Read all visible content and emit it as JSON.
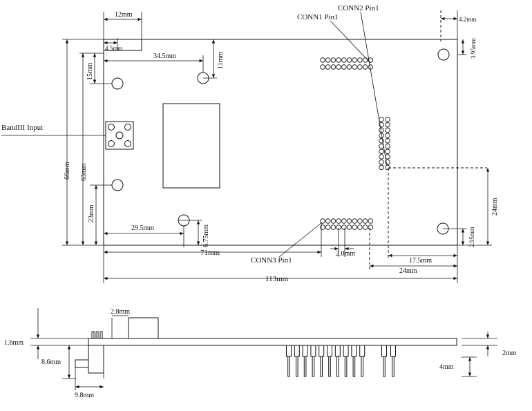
{
  "top_view": {
    "labels": {
      "conn1": "CONN1 Pin1",
      "conn2": "CONN2 Pin1",
      "conn3": "CONN3 Pin1",
      "input": "BandIII Input"
    },
    "dims": {
      "d12": "12mm",
      "d4_5": "4.5mm",
      "d34_5": "34.5mm",
      "d15": "15mm",
      "d11": "11mm",
      "d4_2": "4.2mm",
      "d3_95a": "3.95mm",
      "d66": "66mm",
      "d63": "63mm",
      "d23": "23mm",
      "d29_5": "29.5mm",
      "d6_75": "6.75mm",
      "d71": "71mm",
      "d2_0": "2.0mm",
      "d17_5": "17.5mm",
      "d24h": "24mm",
      "d24v": "24mm",
      "d2_95": "2.95mm",
      "d113": "113mm"
    }
  },
  "side_view": {
    "dims": {
      "d2_8": "2.8mm",
      "d1_6": "1.6mm",
      "d8_6": "8.6mm",
      "d9_8": "9.8mm",
      "d2": "2mm",
      "d4": "4mm"
    }
  }
}
